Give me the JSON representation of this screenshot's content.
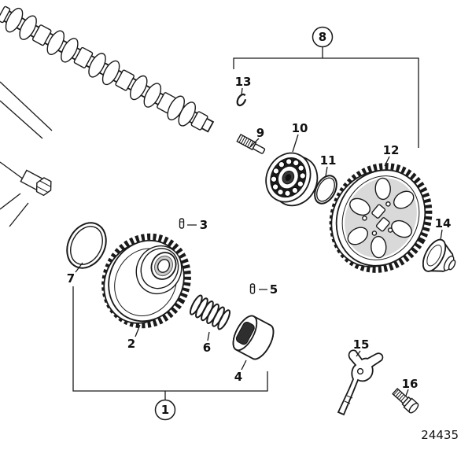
{
  "diagram": {
    "drawing_number": "24435",
    "callouts": {
      "c1": "1",
      "c2": "2",
      "c3": "3",
      "c4": "4",
      "c5": "5",
      "c6": "6",
      "c7": "7",
      "c8": "8",
      "c9": "9",
      "c10": "10",
      "c11": "11",
      "c12": "12",
      "c13": "13",
      "c14": "14",
      "c15": "15",
      "c16": "16"
    }
  }
}
